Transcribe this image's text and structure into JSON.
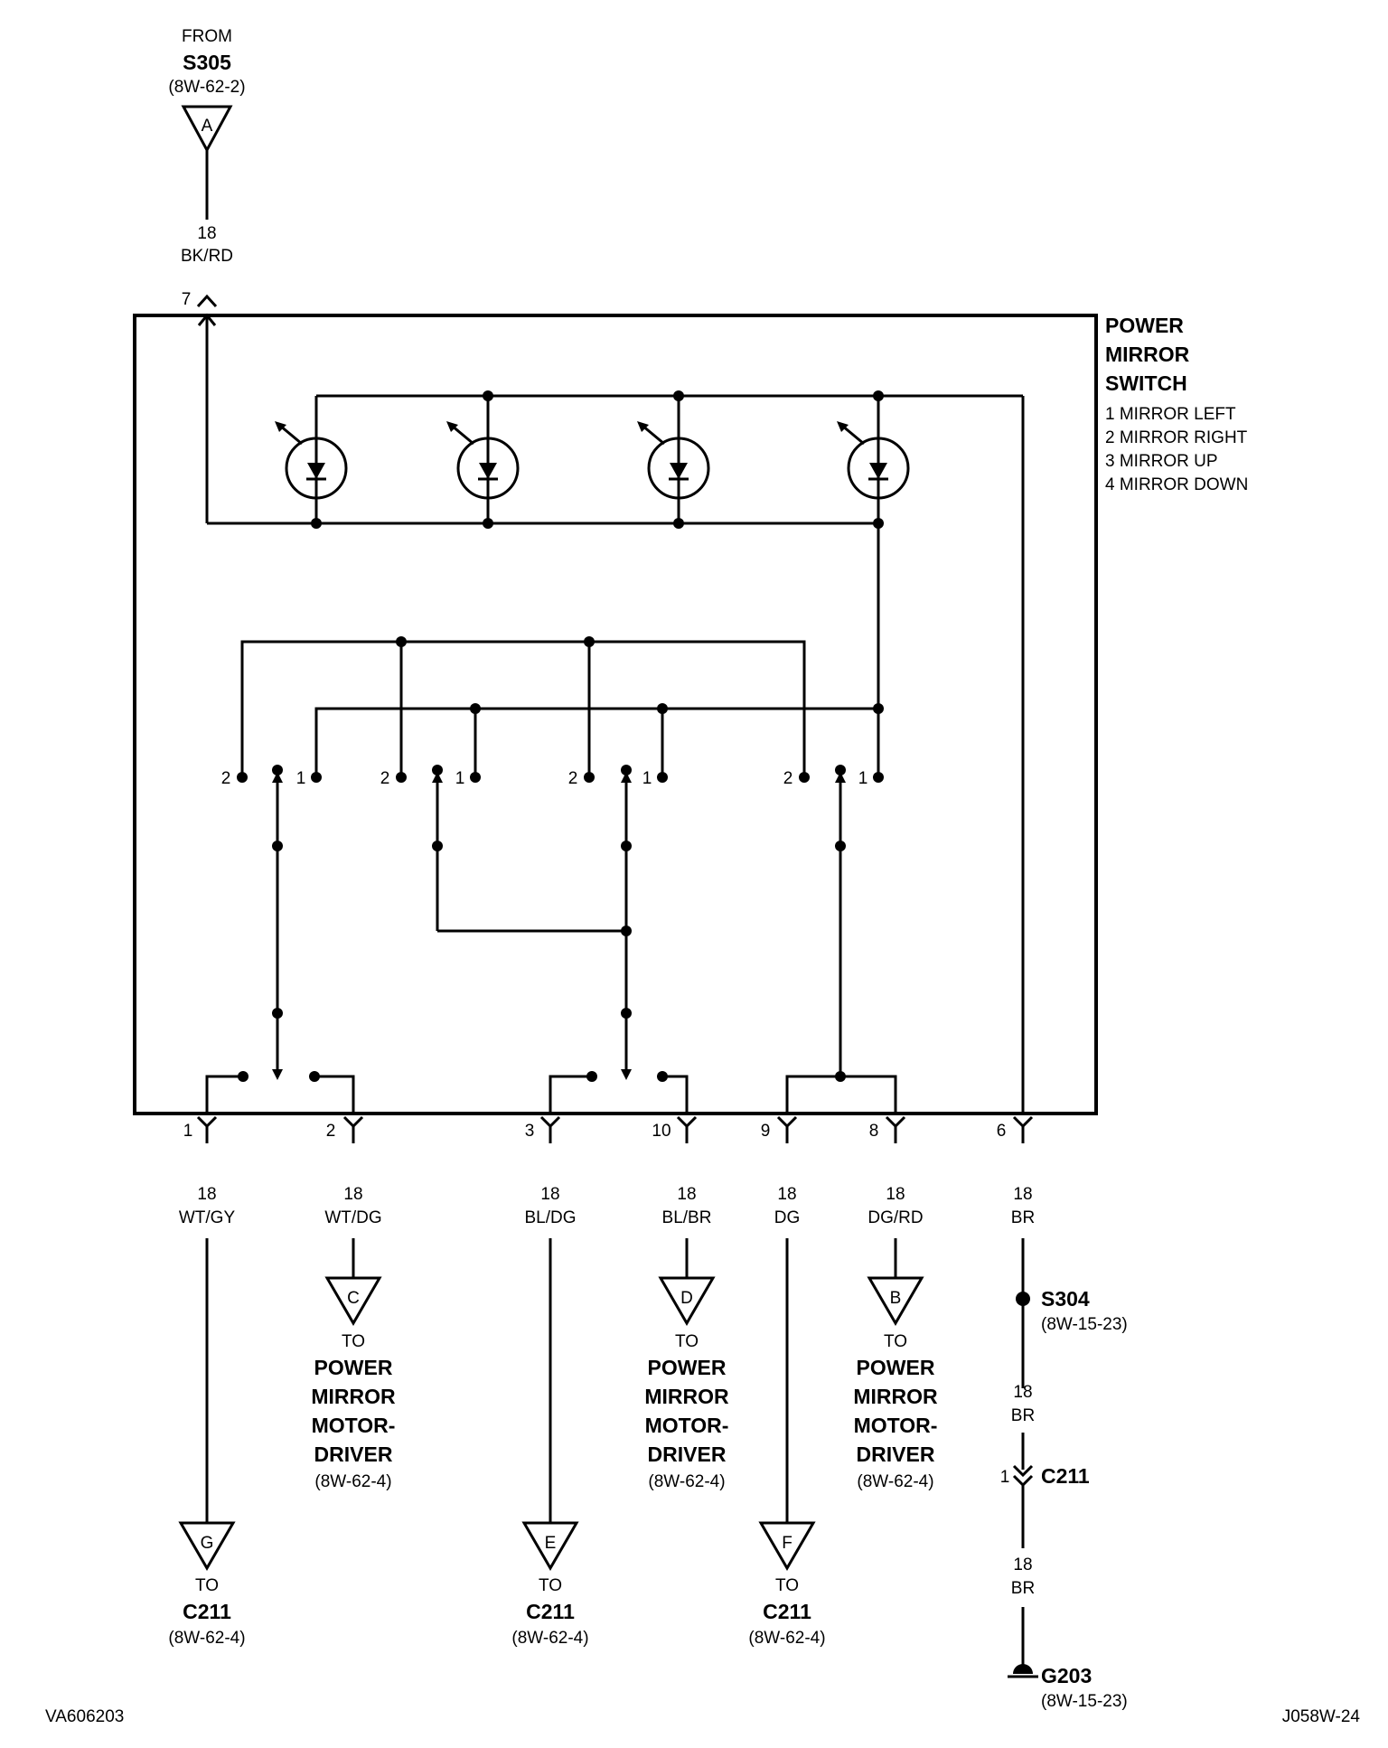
{
  "top_source": {
    "from": "FROM",
    "splice": "S305",
    "ref": "(8W-62-2)",
    "letter": "A"
  },
  "top_wire": {
    "gauge": "18",
    "color": "BK/RD",
    "pin": "7"
  },
  "switch": {
    "title": [
      "POWER",
      "MIRROR",
      "SWITCH"
    ],
    "positions": [
      "1 MIRROR LEFT",
      "2 MIRROR RIGHT",
      "3 MIRROR UP",
      "4 MIRROR DOWN"
    ],
    "contact_labels": {
      "one": "1",
      "two": "2"
    }
  },
  "pins": [
    {
      "pin": "1",
      "gauge": "18",
      "color": "WT/GY"
    },
    {
      "pin": "2",
      "gauge": "18",
      "color": "WT/DG"
    },
    {
      "pin": "3",
      "gauge": "18",
      "color": "BL/DG"
    },
    {
      "pin": "10",
      "gauge": "18",
      "color": "BL/BR"
    },
    {
      "pin": "9",
      "gauge": "18",
      "color": "DG"
    },
    {
      "pin": "8",
      "gauge": "18",
      "color": "DG/RD"
    },
    {
      "pin": "6",
      "gauge": "18",
      "color": "BR"
    }
  ],
  "motor_connectors": [
    {
      "letter": "C",
      "to": "TO",
      "dest": [
        "POWER",
        "MIRROR",
        "MOTOR-",
        "DRIVER"
      ],
      "ref": "(8W-62-4)"
    },
    {
      "letter": "D",
      "to": "TO",
      "dest": [
        "POWER",
        "MIRROR",
        "MOTOR-",
        "DRIVER"
      ],
      "ref": "(8W-62-4)"
    },
    {
      "letter": "B",
      "to": "TO",
      "dest": [
        "POWER",
        "MIRROR",
        "MOTOR-",
        "DRIVER"
      ],
      "ref": "(8W-62-4)"
    }
  ],
  "c211_connectors": [
    {
      "letter": "G",
      "to": "TO",
      "dest": "C211",
      "ref": "(8W-62-4)"
    },
    {
      "letter": "E",
      "to": "TO",
      "dest": "C211",
      "ref": "(8W-62-4)"
    },
    {
      "letter": "F",
      "to": "TO",
      "dest": "C211",
      "ref": "(8W-62-4)"
    }
  ],
  "ground_path": {
    "splice": {
      "name": "S304",
      "ref": "(8W-15-23)"
    },
    "wire_a": {
      "gauge": "18",
      "color": "BR"
    },
    "connector": {
      "pin": "1",
      "name": "C211"
    },
    "wire_b": {
      "gauge": "18",
      "color": "BR"
    },
    "ground": {
      "name": "G203",
      "ref": "(8W-15-23)"
    }
  },
  "footer": {
    "left_code": "VA606203",
    "right_code": "J058W-24"
  }
}
